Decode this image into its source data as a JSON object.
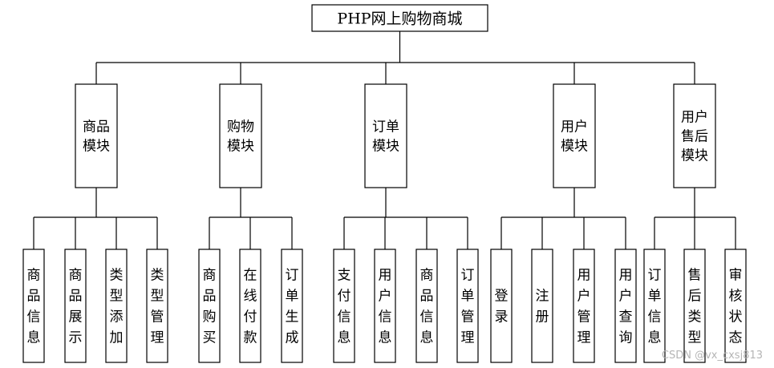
{
  "root": {
    "label": "PHP网上购物商城"
  },
  "modules": [
    {
      "lines": [
        "商品",
        "模块"
      ],
      "children": [
        "商品信息",
        "商品展示",
        "类型添加",
        "类型管理"
      ]
    },
    {
      "lines": [
        "购物",
        "模块"
      ],
      "children": [
        "商品购买",
        "在线付款",
        "订单生成"
      ]
    },
    {
      "lines": [
        "订单",
        "模块"
      ],
      "children": [
        "支付信息",
        "用户信息",
        "商品信息",
        "订单管理"
      ]
    },
    {
      "lines": [
        "用户",
        "模块"
      ],
      "children": [
        "登录",
        "注册",
        "用户管理",
        "用户查询"
      ]
    },
    {
      "lines": [
        "用户",
        "售后",
        "模块"
      ],
      "children": [
        "订单信息",
        "售后类型",
        "审核状态"
      ]
    }
  ],
  "watermark": "CSDN @vx_cxsj813"
}
